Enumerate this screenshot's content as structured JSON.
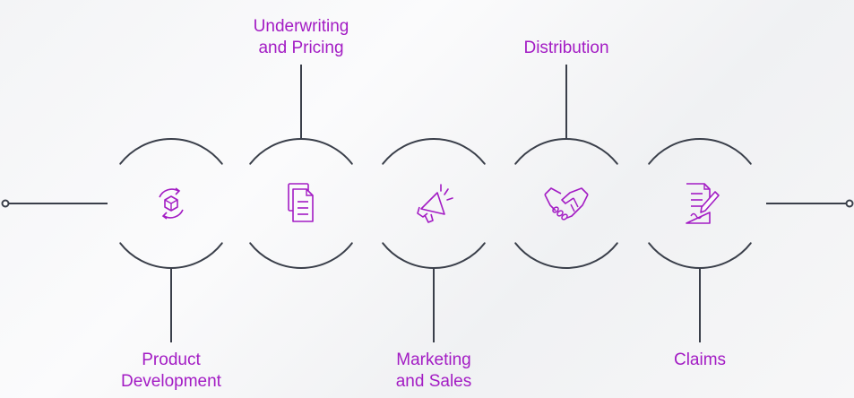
{
  "colors": {
    "line": "#3a3f4a",
    "accent": "#a31cc4",
    "background": "#f5f5f6"
  },
  "stages": [
    {
      "key": "product-development",
      "icon": "cube-cycle-icon",
      "label_lines": [
        "Product",
        "Development"
      ],
      "label_side": "bottom"
    },
    {
      "key": "underwriting-and-pricing",
      "icon": "documents-icon",
      "label_lines": [
        "Underwriting",
        "and Pricing"
      ],
      "label_side": "top"
    },
    {
      "key": "marketing-and-sales",
      "icon": "megaphone-icon",
      "label_lines": [
        "Marketing",
        "and Sales"
      ],
      "label_side": "bottom"
    },
    {
      "key": "distribution",
      "icon": "handshake-icon",
      "label_lines": [
        "Distribution"
      ],
      "label_side": "top"
    },
    {
      "key": "claims",
      "icon": "claim-form-icon",
      "label_lines": [
        "Claims"
      ],
      "label_side": "bottom"
    }
  ]
}
